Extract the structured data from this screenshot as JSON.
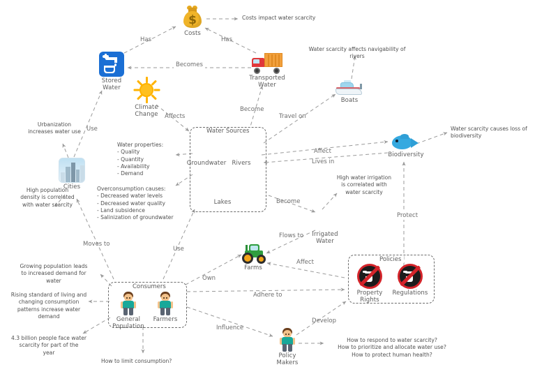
{
  "diagram": {
    "title": "Water Scarcity Concept Map",
    "colors": {
      "edge": "#9a9a9a",
      "text": "#5a5a5a",
      "water_blue": "#38afe8",
      "tap_blue": "#1b6fd4",
      "money_yellow": "#f0b429",
      "truck_orange": "#f2a03c",
      "tractor_green": "#2f9e3f",
      "policy_red": "#d4242a"
    }
  },
  "nodes": [
    {
      "id": "costs",
      "label": "Costs",
      "icon": "money-bag-icon"
    },
    {
      "id": "stored_water",
      "label": "Stored\nWater",
      "icon": "water-tap-icon"
    },
    {
      "id": "transported_water",
      "label": "Transported\nWater",
      "icon": "delivery-truck-icon"
    },
    {
      "id": "climate_change",
      "label": "Climate\nChange",
      "icon": "sun-icon"
    },
    {
      "id": "groundwater",
      "label": "Groundwater",
      "icon": "water-drop-icon"
    },
    {
      "id": "rivers",
      "label": "Rivers",
      "icon": "water-drop-icon"
    },
    {
      "id": "lakes",
      "label": "Lakes",
      "icon": "water-drop-icon"
    },
    {
      "id": "boats",
      "label": "Boats",
      "icon": "boat-icon"
    },
    {
      "id": "biodiversity",
      "label": "Biodiversity",
      "icon": "fish-icon"
    },
    {
      "id": "cities",
      "label": "Cities",
      "icon": "city-skyline-icon"
    },
    {
      "id": "irrigated_water",
      "label": "Irrigated\nWater",
      "icon": "water-drop-icon"
    },
    {
      "id": "farms",
      "label": "Farms",
      "icon": "tractor-icon"
    },
    {
      "id": "general_population",
      "label": "General\nPopulation",
      "icon": "person-icon"
    },
    {
      "id": "farmers",
      "label": "Farmers",
      "icon": "person-icon"
    },
    {
      "id": "property_rights",
      "label": "Property\nRights",
      "icon": "no-tap-icon"
    },
    {
      "id": "regulations",
      "label": "Regulations",
      "icon": "no-tap-icon"
    },
    {
      "id": "policy_makers",
      "label": "Policy\nMakers",
      "icon": "person-icon"
    }
  ],
  "groups": [
    {
      "id": "water_sources",
      "title": "Water Sources"
    },
    {
      "id": "consumers",
      "title": "Consumers"
    },
    {
      "id": "policies",
      "title": "Policies"
    }
  ],
  "edge_labels": [
    {
      "id": "has_left",
      "text": "Has"
    },
    {
      "id": "has_right",
      "text": "Has"
    },
    {
      "id": "becomes",
      "text": "Becomes"
    },
    {
      "id": "affects",
      "text": "Affects"
    },
    {
      "id": "become_tw",
      "text": "Become"
    },
    {
      "id": "travel_on",
      "text": "Travel on"
    },
    {
      "id": "affect_bio",
      "text": "Affect"
    },
    {
      "id": "lives_in",
      "text": "Lives in"
    },
    {
      "id": "use_cities",
      "text": "Use"
    },
    {
      "id": "use_cons",
      "text": "Use"
    },
    {
      "id": "become_irr",
      "text": "Become"
    },
    {
      "id": "flows_to",
      "text": "Flows to"
    },
    {
      "id": "moves_to",
      "text": "Moves to"
    },
    {
      "id": "own",
      "text": "Own"
    },
    {
      "id": "affect_farm",
      "text": "Affect"
    },
    {
      "id": "adhere_to",
      "text": "Adhere to"
    },
    {
      "id": "influence",
      "text": "Influence"
    },
    {
      "id": "protect",
      "text": "Protect"
    },
    {
      "id": "develop",
      "text": "Develop"
    }
  ],
  "notes": [
    {
      "id": "costs_impact",
      "text": "Costs impact water scarcity"
    },
    {
      "id": "navigability",
      "text": "Water scarcity affects navigability of rivers"
    },
    {
      "id": "loss_biodiversity",
      "text": "Water scarcity causes loss of biodiversity"
    },
    {
      "id": "urbanization",
      "text": "Urbanization\nincreases water use"
    },
    {
      "id": "pop_density",
      "text": "High population\ndensity is correlated\nwith water scarcity"
    },
    {
      "id": "water_properties",
      "text": "Water properties:\n- Quality\n- Quantity\n- Availability\n- Demand"
    },
    {
      "id": "overconsumption",
      "text": "Overconsumption causes:\n- Decreased water levels\n- Decreased water quality\n- Land subsidence\n- Salinization of groundwater"
    },
    {
      "id": "high_irrigation",
      "text": "High water irrigation\nis correlated with\nwater scarcity"
    },
    {
      "id": "growing_pop",
      "text": "Growing population leads\nto increased demand for\nwater"
    },
    {
      "id": "rising_standard",
      "text": "Rising standard of living and\nchanging consumption\npatterns increase water\ndemand"
    },
    {
      "id": "billion_people",
      "text": "4.3 billion people face water\nscarcity for part of the\nyear"
    },
    {
      "id": "limit_consumption",
      "text": "How to limit consumption?"
    },
    {
      "id": "policy_questions",
      "text": "How to respond to water scarcity?\nHow to prioritize and allocate water use?\nHow to protect human health?"
    }
  ]
}
